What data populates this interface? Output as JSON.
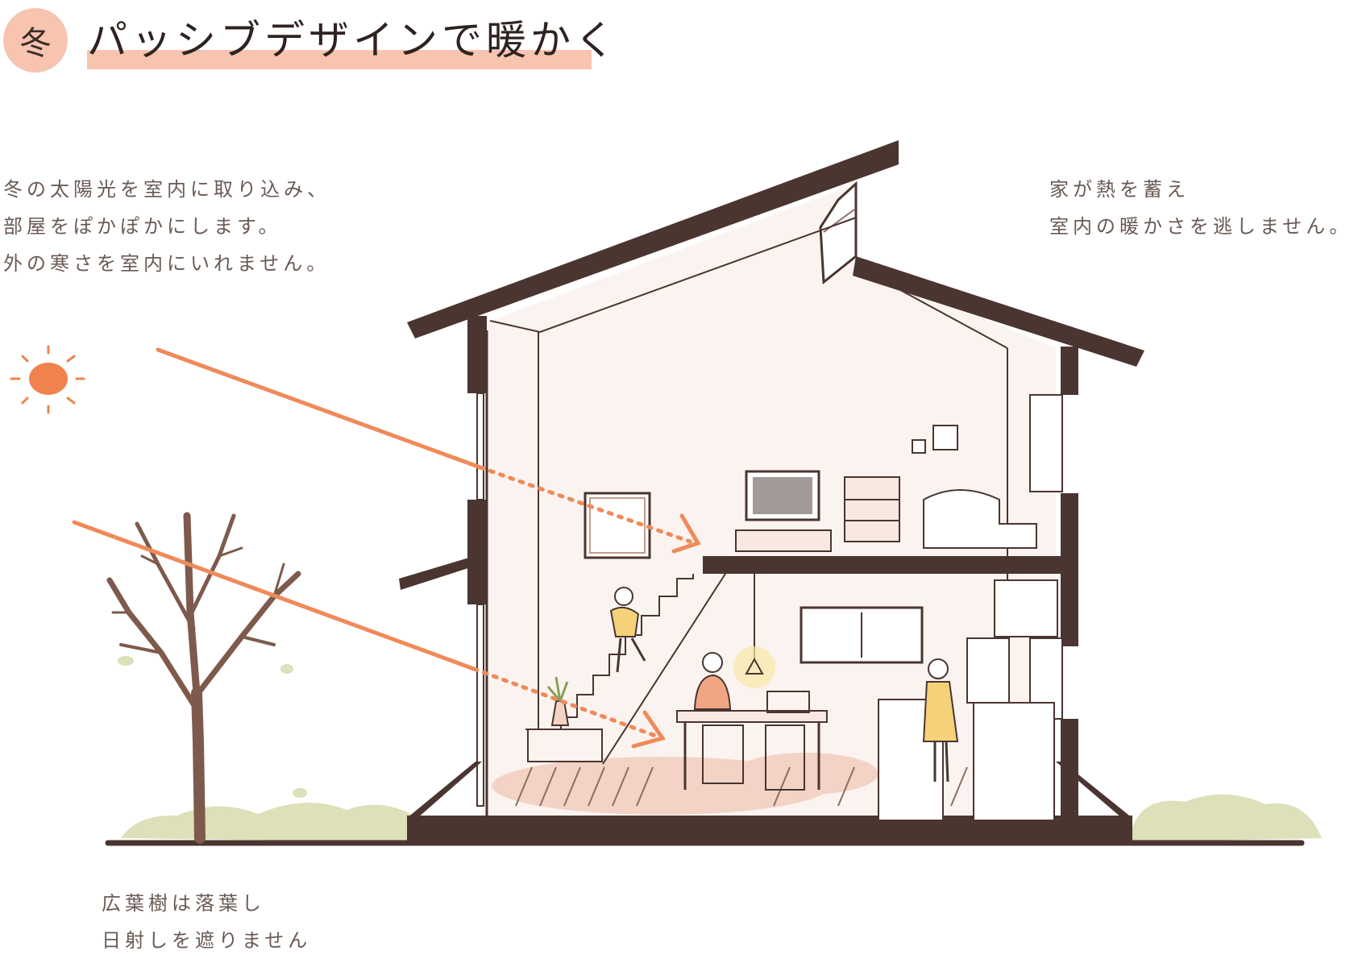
{
  "header": {
    "badge": "冬",
    "title": "パッシブデザインで暖かく"
  },
  "notes": {
    "left": [
      "冬の太陽光を室内に取り込み、",
      "部屋をぽかぽかにします。",
      "外の寒さを室内にいれません。"
    ],
    "right": [
      "家が熱を蓄え",
      "室内の暖かさを逃しません。"
    ],
    "bottom": [
      "広葉樹は落葉し",
      "日射しを遮りません"
    ]
  },
  "colors": {
    "accent": "#f7c4b0",
    "sun": "#f0834d",
    "sun_ray": "#ef8a5a",
    "structure": "#4a3530",
    "wall": "#fbf3ef",
    "ground_grass": "#dde0b8",
    "floor_glow": "#f2d3c6",
    "tree": "#7d5a4c"
  },
  "icons": {
    "sun": "sun-icon",
    "tree": "deciduous-tree-icon",
    "house": "house-cross-section"
  }
}
